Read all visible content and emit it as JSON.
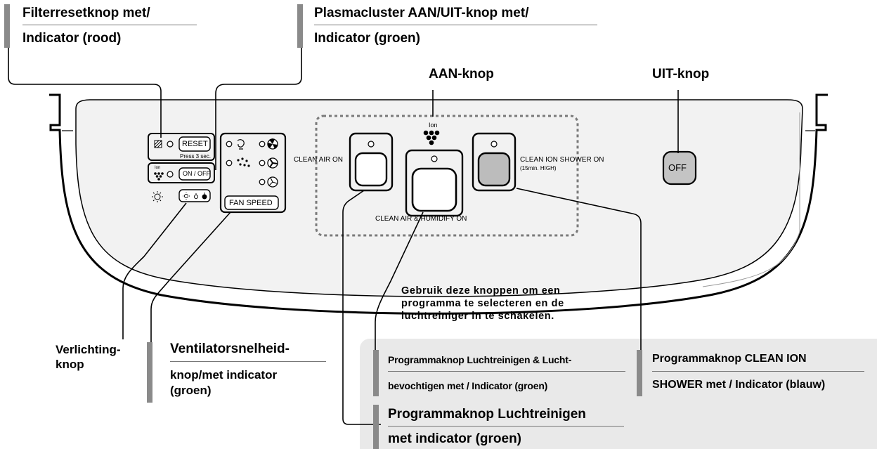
{
  "callouts": {
    "filter_reset_line1": "Filterresetknop met/",
    "filter_reset_line2": "Indicator (rood)",
    "plasmacluster_line1": "Plasmacluster AAN/UIT-knop met/",
    "plasmacluster_line2": "Indicator (groen)",
    "on_button": "AAN-knop",
    "off_button": "UIT-knop",
    "light_line1": "Verlichting-",
    "light_line2": "knop",
    "fan_line1": "Ventilatorsnelheid-",
    "fan_line2": "knop/met indicator",
    "fan_line3": "(groen)",
    "humidify_line1": "Programmaknop Luchtreinigen & Lucht-",
    "humidify_line2": "bevochtigen met / Indicator (groen)",
    "shower_line1": "Programmaknop CLEAN ION",
    "shower_line2": "SHOWER met / Indicator (blauw)",
    "clean_air_line1": "Programmaknop Luchtreinigen",
    "clean_air_line2": "met indicator (groen)"
  },
  "note": {
    "line1": "Gebruik deze knoppen om een",
    "line2": "programma te selecteren en de",
    "line3": "luchtreiniger in te schakelen."
  },
  "panel": {
    "reset_label": "RESET",
    "press_hint": "Press 3 sec.",
    "ion_text": "Ion",
    "onoff_label": "ON / OFF",
    "fan_speed_label": "FAN SPEED",
    "clean_air_on": "CLEAN AIR ON",
    "clean_air_humidify_on": "CLEAN AIR &  HUMIDIFY ON",
    "clean_ion_shower_on": "CLEAN ION SHOWER ON",
    "shower_sub": "(15min. HIGH)",
    "off_label": "OFF"
  },
  "colors": {
    "accent_bar": "#8a8a8a",
    "shade_panel": "#e8e8e8",
    "shower_button": "#bcbcbc",
    "off_button": "#c4c4c4"
  }
}
